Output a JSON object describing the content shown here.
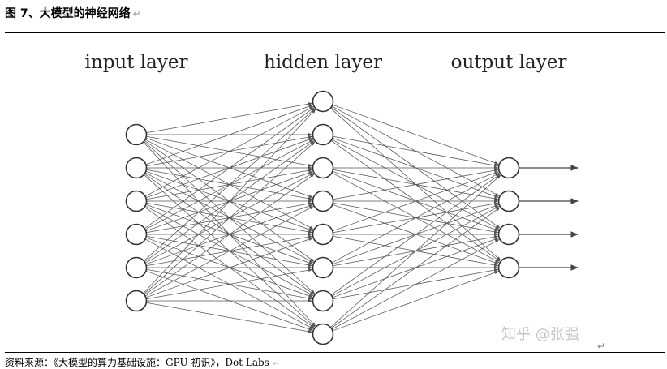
{
  "figure": {
    "title": "图 7、大模型的神经网络",
    "return_mark": "↵",
    "source": "资料来源：《大模型的算力基础设施：GPU 初识》，Dot Labs",
    "source_return_mark": "↵"
  },
  "diagram": {
    "layers": [
      {
        "label": "input layer",
        "neurons": 6
      },
      {
        "label": "hidden layer",
        "neurons": 8
      },
      {
        "label": "output layer",
        "neurons": 4
      }
    ],
    "output_arrows": 4,
    "watermark": "知乎 @张强",
    "end_mark": "↵",
    "colors": {
      "edge": "#555555",
      "neuron_stroke": "#333333",
      "watermark": "#c4c4c4"
    }
  }
}
